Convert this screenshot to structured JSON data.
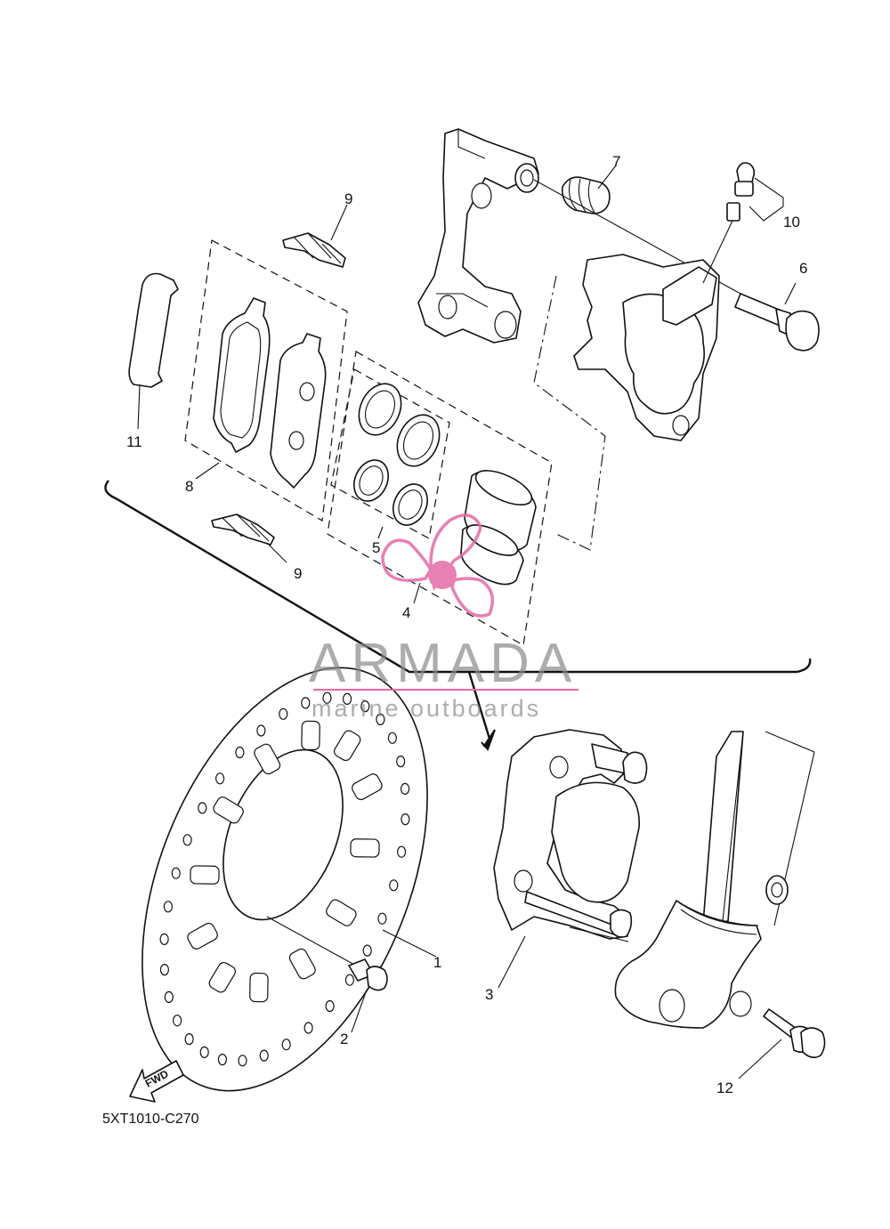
{
  "diagram": {
    "code": "5XT1010-C270",
    "fwd_label": "FWD",
    "callouts": [
      "1",
      "2",
      "3",
      "4",
      "5",
      "6",
      "7",
      "8",
      "9",
      "9",
      "10",
      "11",
      "12"
    ]
  },
  "watermark": {
    "brand": "ARMADA",
    "tagline": "marine outboards",
    "logo": "propeller-logo-icon",
    "color": "#e36aa6"
  }
}
